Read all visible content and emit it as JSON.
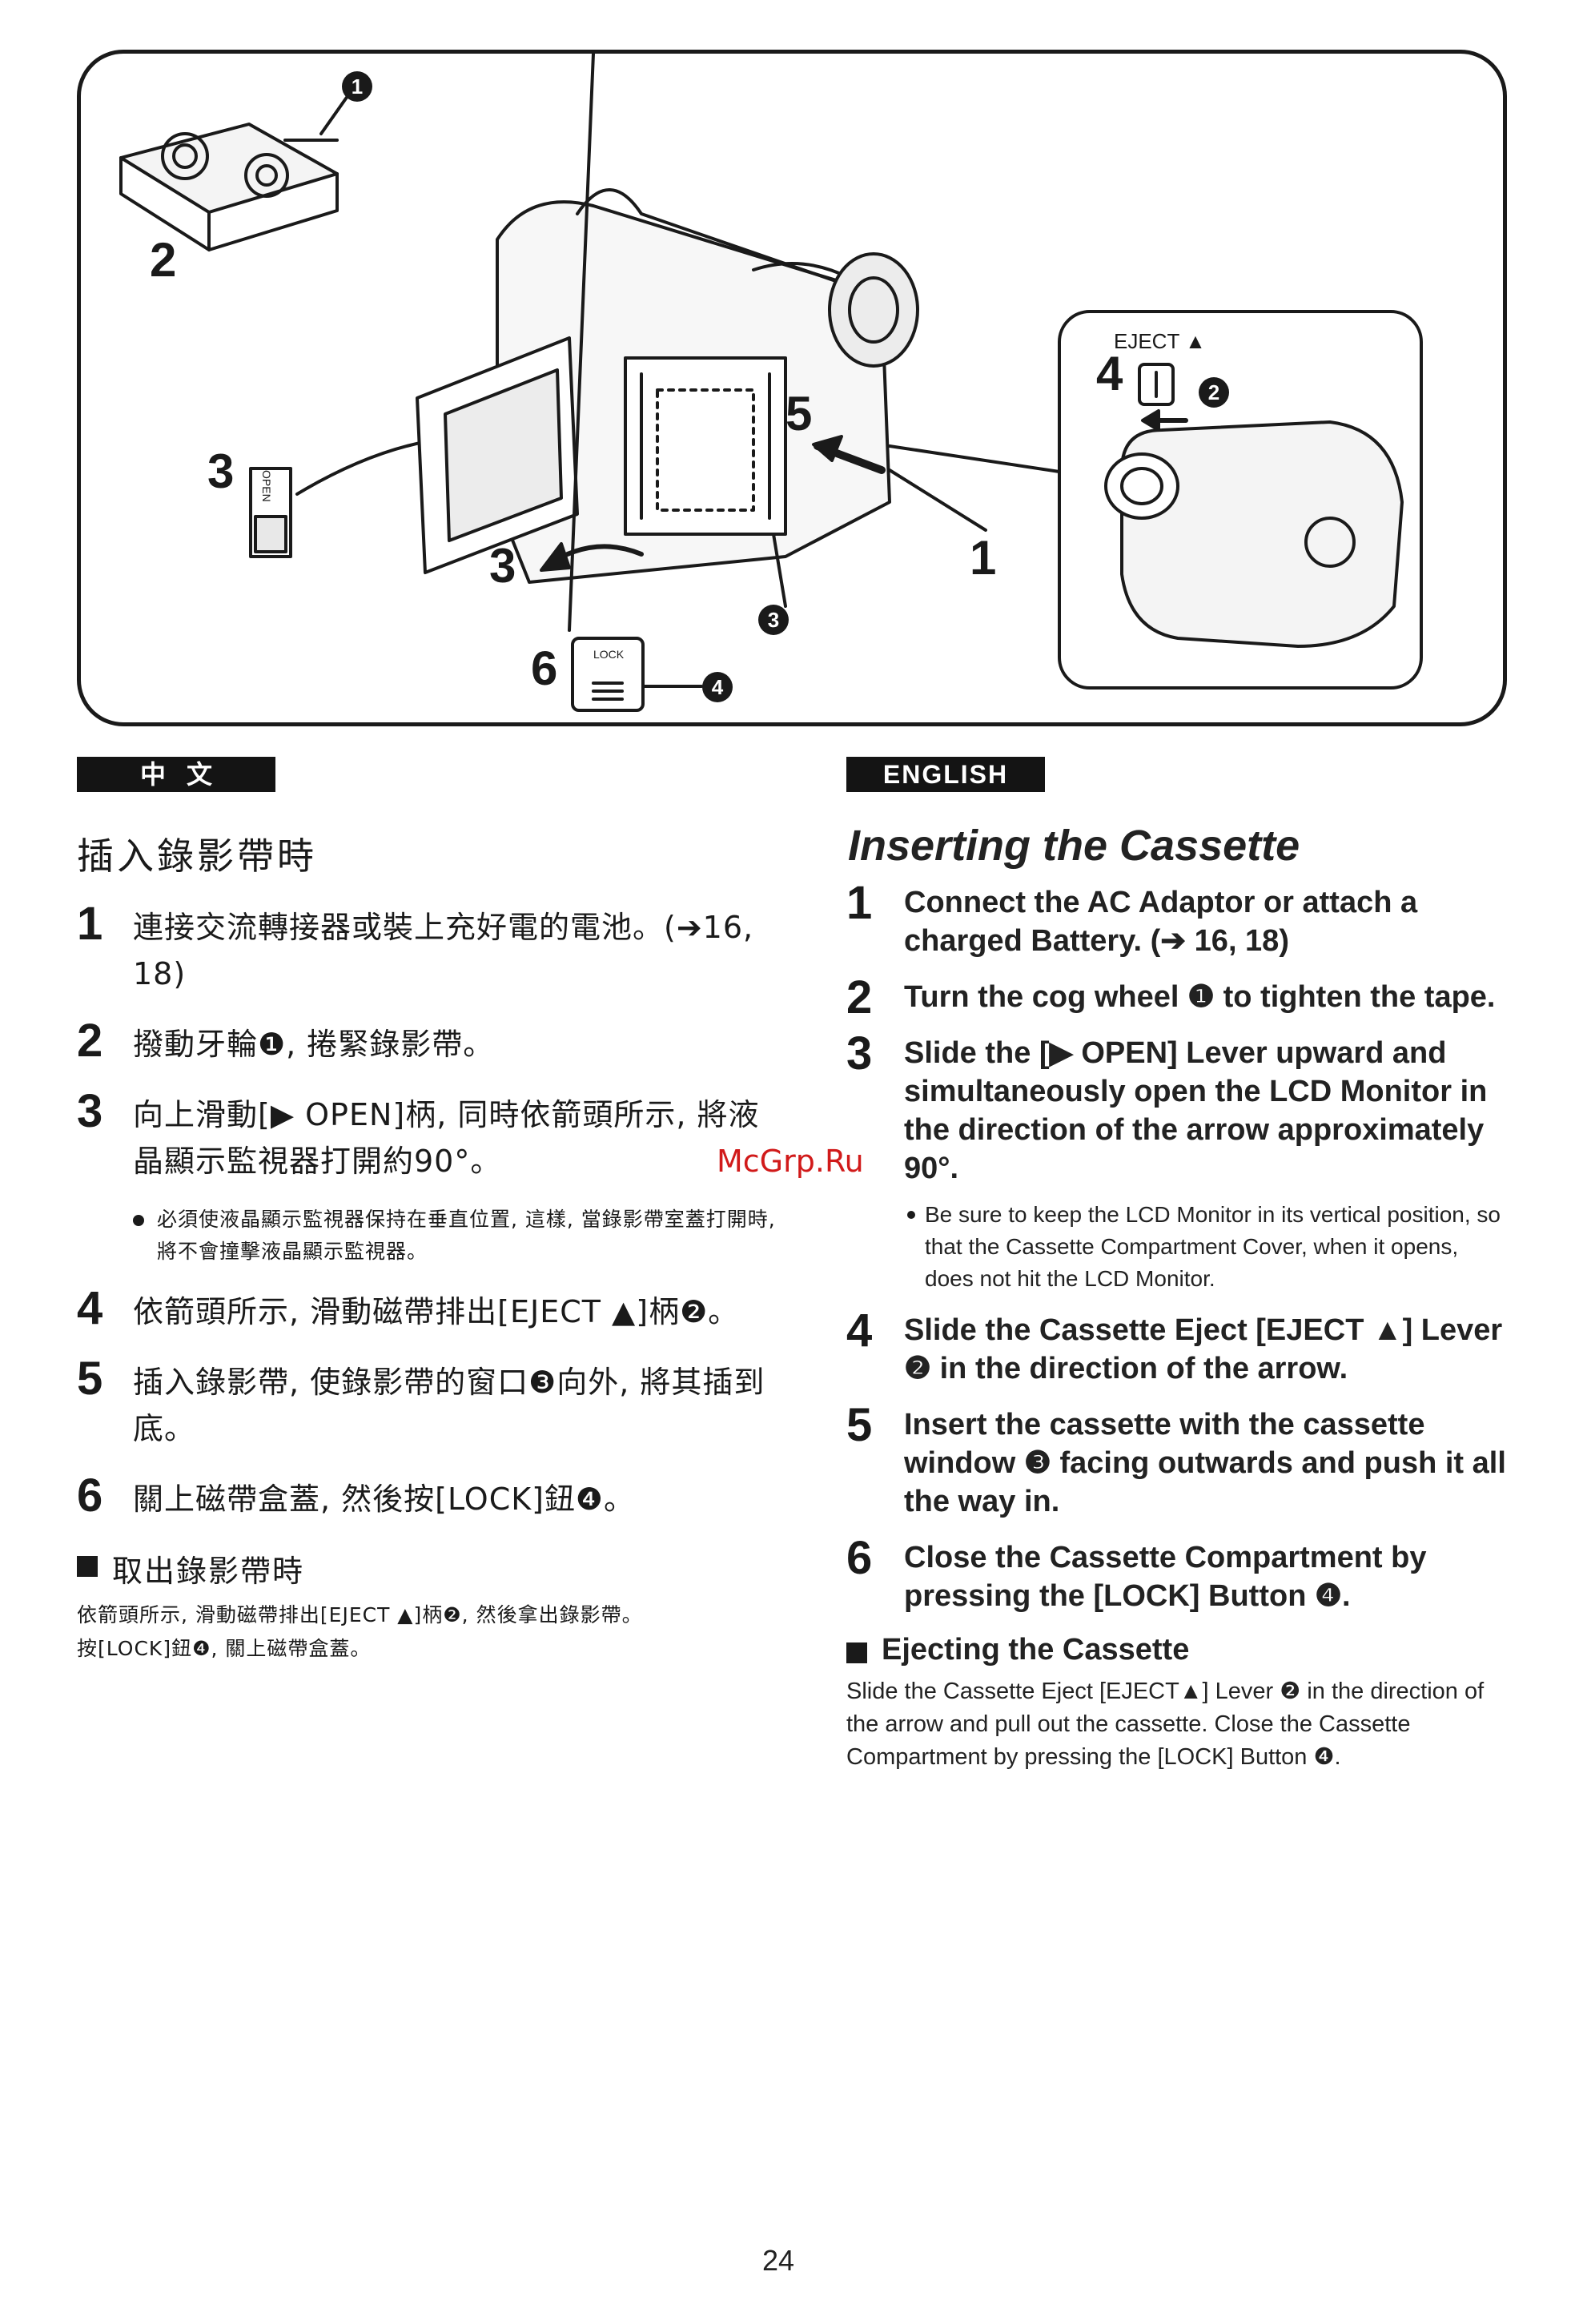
{
  "figure": {
    "callouts": [
      "1",
      "2",
      "3",
      "3",
      "4",
      "5",
      "6"
    ],
    "circled_refs": [
      "1",
      "2",
      "3",
      "4"
    ],
    "eject_label": "EJECT ▲",
    "open_label": "OPEN",
    "lock_label": "LOCK"
  },
  "chinese": {
    "badge": "中文",
    "title": "插入錄影帶時",
    "steps": [
      {
        "num": "1",
        "text": "連接交流轉接器或裝上充好電的電池。(➔16, 18)"
      },
      {
        "num": "2",
        "text": "撥動牙輪❶, 捲緊錄影帶。"
      },
      {
        "num": "3",
        "text": "向上滑動[▶ OPEN]柄, 同時依箭頭所示, 將液晶顯示監視器打開約90°。"
      },
      {
        "num": "4",
        "text": "依箭頭所示, 滑動磁帶排出[EJECT ▲]柄❷。"
      },
      {
        "num": "5",
        "text": "插入錄影帶, 使錄影帶的窗口❸向外, 將其插到底。"
      },
      {
        "num": "6",
        "text": "關上磁帶盒蓋, 然後按[LOCK]鈕❹。"
      }
    ],
    "note": "必須使液晶顯示監視器保持在垂直位置, 這樣, 當錄影帶室蓋打開時, 將不會撞擊液晶顯示監視器。",
    "eject_heading": "取出錄影帶時",
    "eject_line1": "依箭頭所示, 滑動磁帶排出[EJECT ▲]柄❷, 然後拿出錄影帶。",
    "eject_line2": "按[LOCK]鈕❹, 關上磁帶盒蓋。"
  },
  "english": {
    "badge": "ENGLISH",
    "title": "Inserting the Cassette",
    "steps": [
      {
        "num": "1",
        "text": "Connect the AC Adaptor or attach a charged Battery. (➔ 16, 18)"
      },
      {
        "num": "2",
        "text": "Turn the cog wheel ❶ to tighten the tape."
      },
      {
        "num": "3",
        "text": "Slide the [▶ OPEN] Lever upward and simultaneously open the LCD Monitor in the direction of the arrow approximately 90°."
      },
      {
        "num": "4",
        "text": "Slide the Cassette Eject [EJECT ▲] Lever ❷ in the direction of the arrow."
      },
      {
        "num": "5",
        "text": "Insert the cassette with the cassette window ❸ facing outwards and push it all the way in."
      },
      {
        "num": "6",
        "text": "Close the Cassette Compartment by pressing the [LOCK] Button ❹."
      }
    ],
    "note": "Be sure to keep the LCD Monitor in its vertical position, so that the Cassette Compartment Cover, when it opens, does not hit the LCD Monitor.",
    "eject_heading": "Ejecting the Cassette",
    "eject_text": "Slide the Cassette Eject [EJECT▲] Lever ❷ in the direction of the arrow and pull out the cassette. Close the Cassette Compartment by pressing the [LOCK] Button ❹."
  },
  "watermark": "McGrp.Ru",
  "page_number": "24"
}
